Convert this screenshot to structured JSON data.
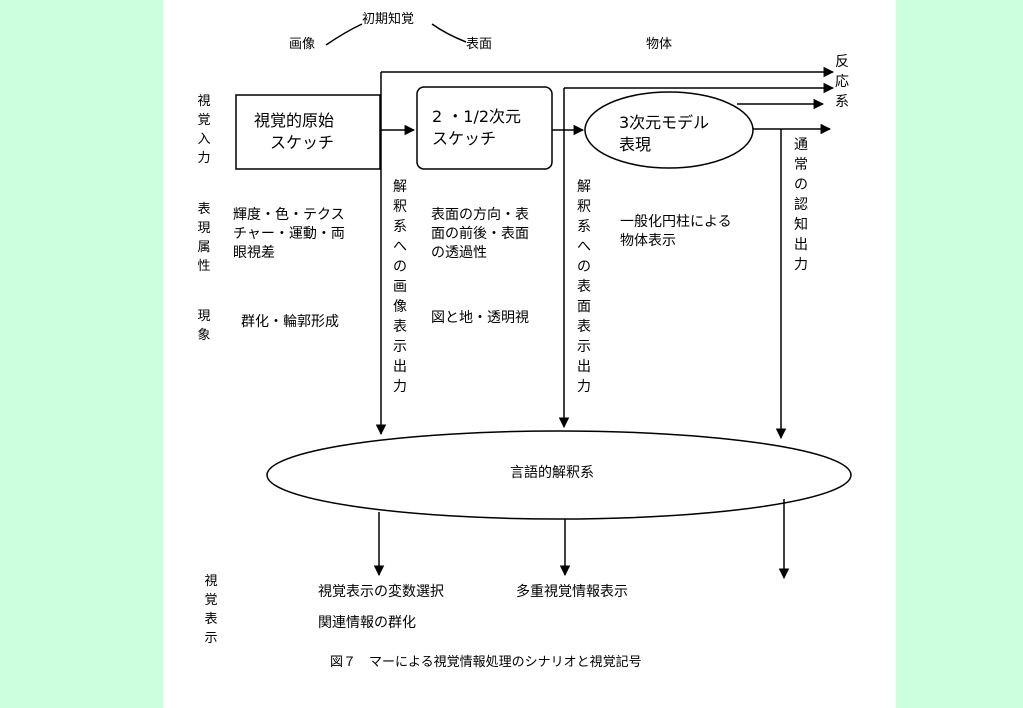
{
  "top": {
    "early_perception": "初期知覚",
    "image": "画像",
    "surface": "表面",
    "object": "物体"
  },
  "rows": {
    "visual_input": "視覚入力",
    "attributes": "表現属性",
    "phenomena": "現象",
    "visual_display": "視覚表示"
  },
  "boxes": {
    "primal_sketch": "視覚的原始\n　スケッチ",
    "sketch_2_5d": "2 ・1/2次元\nスケッチ",
    "model_3d": "3次元モデル\n表現"
  },
  "outputs": {
    "reaction": "反応系",
    "normal_output": "通常の認知出力",
    "image_output": "解釈系への画像表示出力",
    "surface_output": "解釈系への表面表示出力"
  },
  "attributes": {
    "col1": "輝度・色・テクス\nチャー・運動・両\n眼視差",
    "col2": "表面の方向・表\n面の前後・表面\nの透過性",
    "col3": "一般化円柱による\n物体表示"
  },
  "phenomena": {
    "col1": "群化・輪郭形成",
    "col2": "図と地・透明視"
  },
  "interpretation": "言語的解釈系",
  "display": {
    "item1": "視覚表示の変数選択",
    "item2": "関連情報の群化",
    "item3": "多重視覚情報表示"
  },
  "caption": "図７　マーによる視覚情報処理のシナリオと視覚記号"
}
